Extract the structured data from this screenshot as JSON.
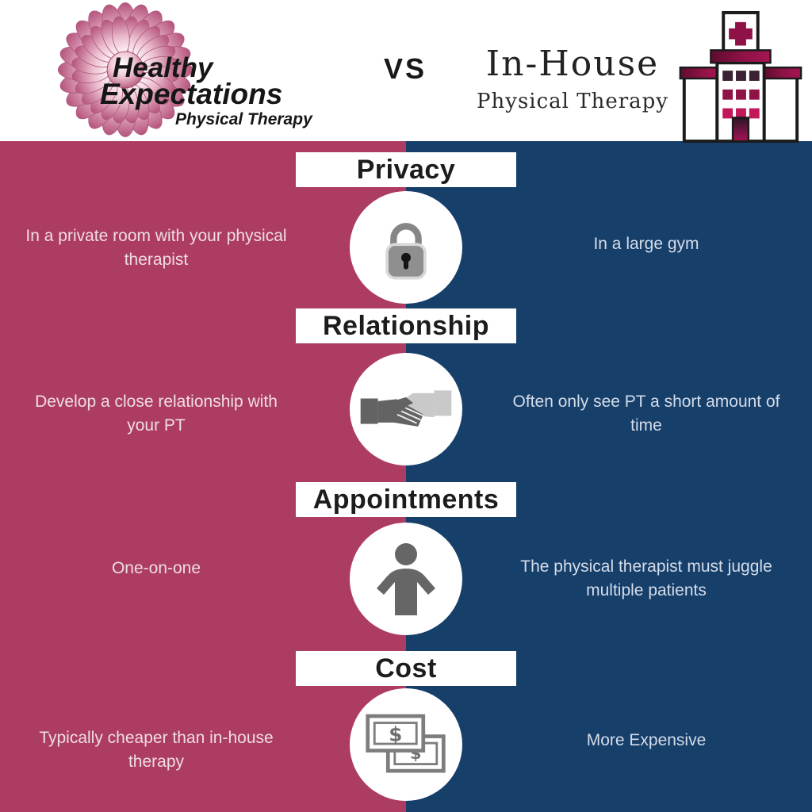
{
  "header": {
    "logo": {
      "line1": "Healthy",
      "line2": "Expectations",
      "line3": "Physical Therapy"
    },
    "vs_label": "VS",
    "right_title": "In-House",
    "right_subtitle": "Physical Therapy"
  },
  "theme": {
    "left_column_color": "#ad3c62",
    "right_column_color": "#163f6a",
    "banner_bg": "#ffffff",
    "banner_text_color": "#1c1c1c",
    "left_text_color": "#eedde4",
    "right_text_color": "#d4dce9",
    "hospital_maroon": "#8e1245",
    "icon_gray": "#6b6b6b"
  },
  "icons": {
    "flower": "flower-logo",
    "hospital": "hospital-icon",
    "dollar_symbol": "$"
  },
  "sections": [
    {
      "title": "Privacy",
      "icon": "lock-icon",
      "left_text": "In a private room with your physical therapist",
      "right_text": "In a large gym"
    },
    {
      "title": "Relationship",
      "icon": "handshake-icon",
      "left_text": "Develop a close relationship with your PT",
      "right_text": "Often only see PT a short amount of time"
    },
    {
      "title": "Appointments",
      "icon": "person-icon",
      "left_text": "One-on-one",
      "right_text": "The physical therapist must juggle multiple patients"
    },
    {
      "title": "Cost",
      "icon": "money-icon",
      "left_text": "Typically cheaper than in-house therapy",
      "right_text": "More Expensive"
    }
  ]
}
